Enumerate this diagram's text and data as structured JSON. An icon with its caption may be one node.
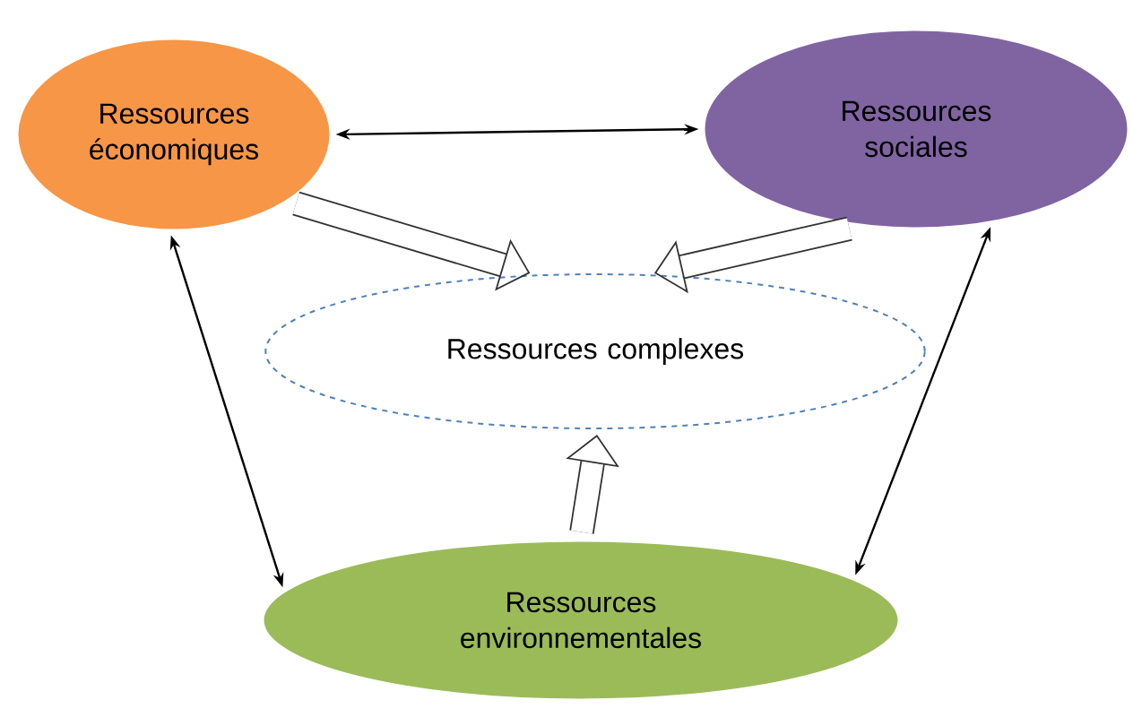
{
  "diagram": {
    "nodes": [
      {
        "text": [
          "Ressources économiques"
        ]
      },
      {
        "text": [
          "Ressources sociales"
        ]
      },
      {
        "text": [
          "Ressources complexes"
        ]
      },
      {
        "text": [
          "Ressources environnementales"
        ]
      }
    ],
    "edges": [
      {
        "from": 0,
        "to": 1,
        "arrow": "both"
      },
      {
        "from": 0,
        "to": 2,
        "arrow": "to",
        "style": "thick"
      },
      {
        "from": 1,
        "to": 2,
        "arrow": "to",
        "style": "thick"
      },
      {
        "from": 3,
        "to": 2,
        "arrow": "to",
        "style": "thick"
      },
      {
        "from": 0,
        "to": 3,
        "arrow": "both"
      },
      {
        "from": 1,
        "to": 3,
        "arrow": "both"
      }
    ]
  }
}
